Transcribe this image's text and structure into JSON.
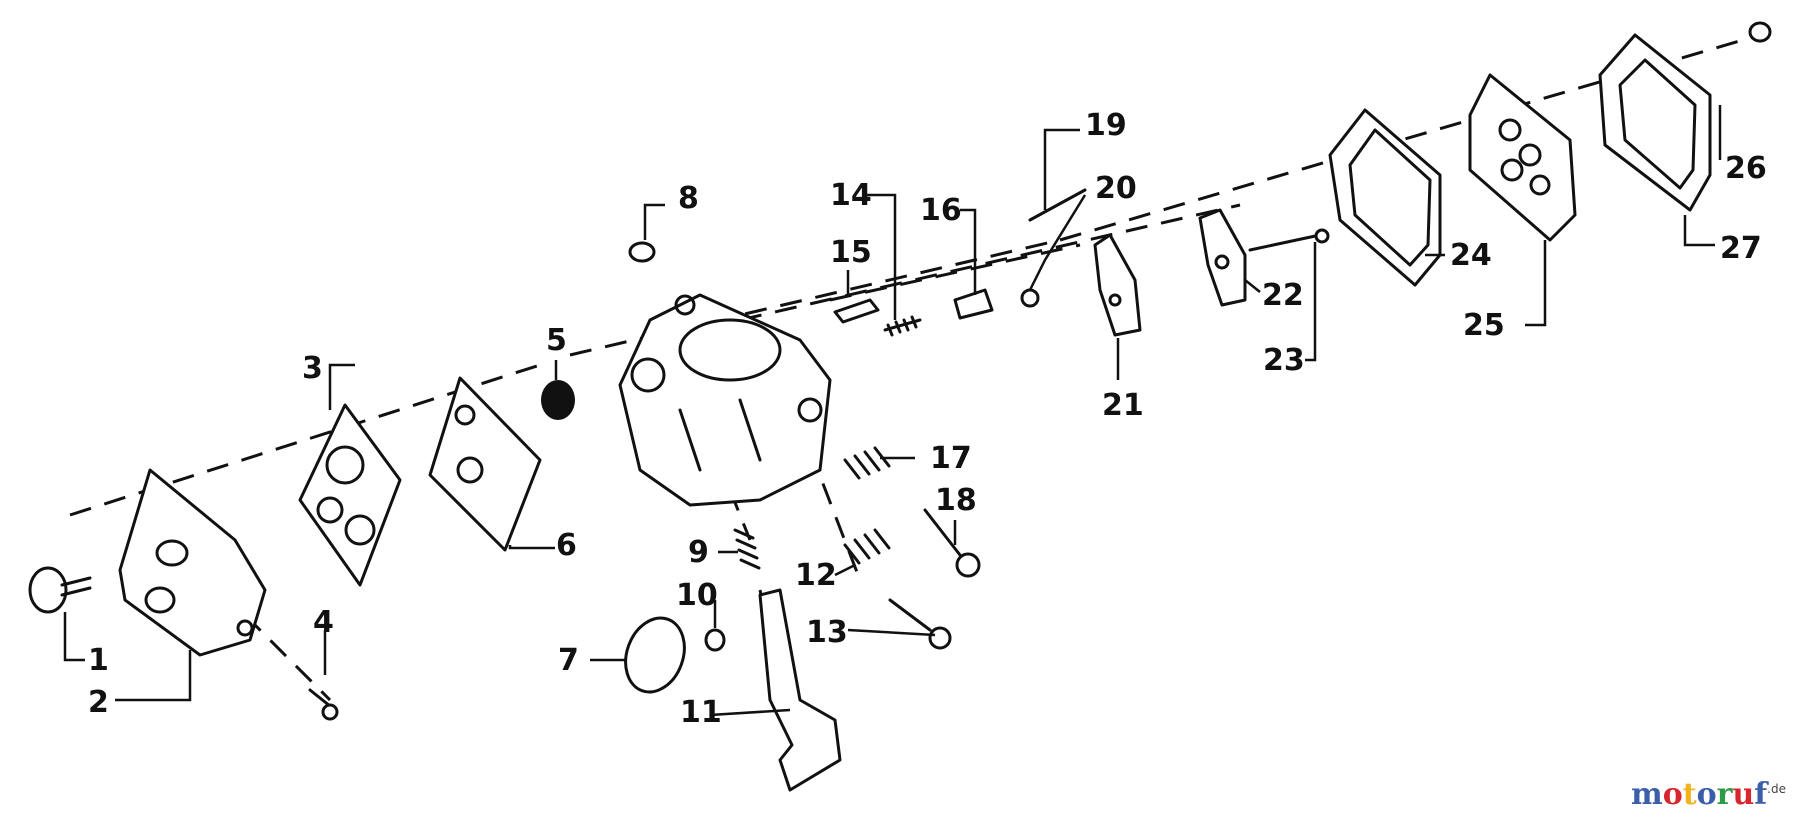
{
  "diagram": {
    "part_labels": [
      "1",
      "2",
      "3",
      "4",
      "5",
      "6",
      "7",
      "8",
      "9",
      "10",
      "11",
      "12",
      "13",
      "14",
      "15",
      "16",
      "17",
      "18",
      "19",
      "20",
      "21",
      "22",
      "23",
      "24",
      "25",
      "26",
      "27"
    ]
  },
  "watermark": {
    "letters": [
      {
        "ch": "m",
        "color": "#3b5ea8"
      },
      {
        "ch": "o",
        "color": "#d8262f"
      },
      {
        "ch": "t",
        "color": "#f2b21b"
      },
      {
        "ch": "o",
        "color": "#3b5ea8"
      },
      {
        "ch": "r",
        "color": "#2e9b46"
      },
      {
        "ch": "u",
        "color": "#d8262f"
      },
      {
        "ch": "f",
        "color": "#3b5ea8"
      }
    ],
    "suffix": ".de"
  }
}
